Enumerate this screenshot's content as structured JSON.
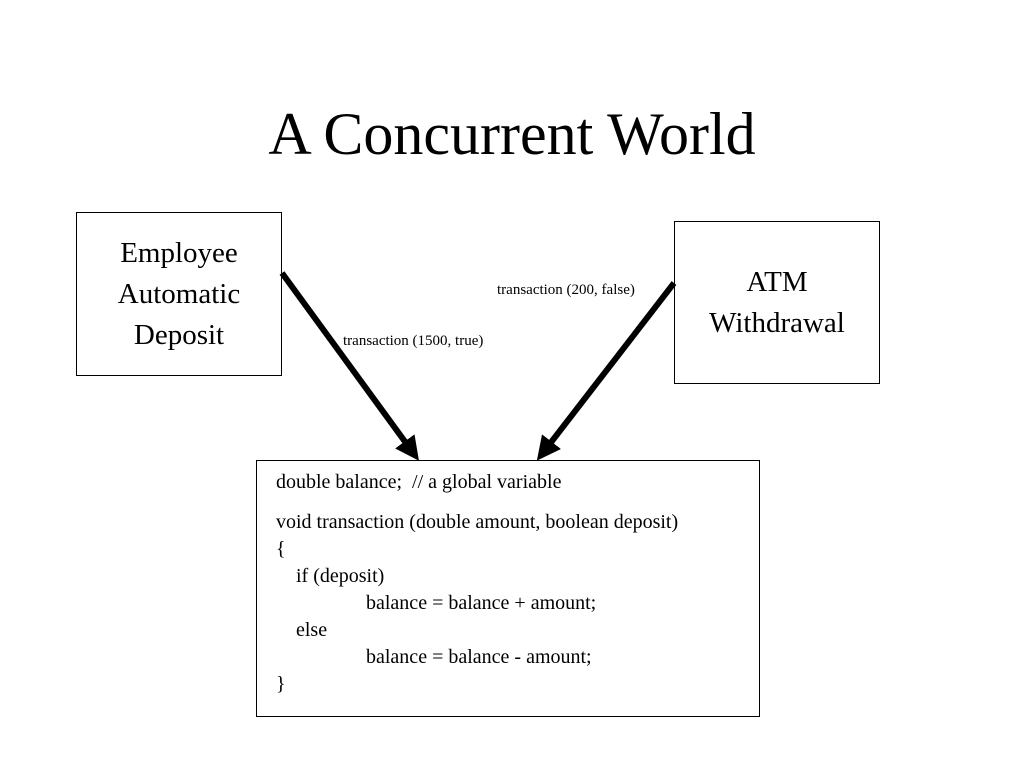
{
  "slide": {
    "title": "A Concurrent World"
  },
  "nodes": {
    "employee": {
      "lines": [
        "Employee",
        "Automatic",
        "Deposit"
      ]
    },
    "atm": {
      "lines": [
        "ATM",
        "Withdrawal"
      ]
    }
  },
  "edges": {
    "employee_to_code": {
      "label": "transaction (1500, true)"
    },
    "atm_to_code": {
      "label": "transaction (200, false)"
    }
  },
  "code": {
    "lines": [
      "double balance;  // a global variable",
      "void transaction (double amount, boolean deposit)",
      "{",
      "    if (deposit)",
      "                  balance = balance + amount;",
      "    else",
      "                  balance = balance - amount;",
      "}"
    ]
  }
}
